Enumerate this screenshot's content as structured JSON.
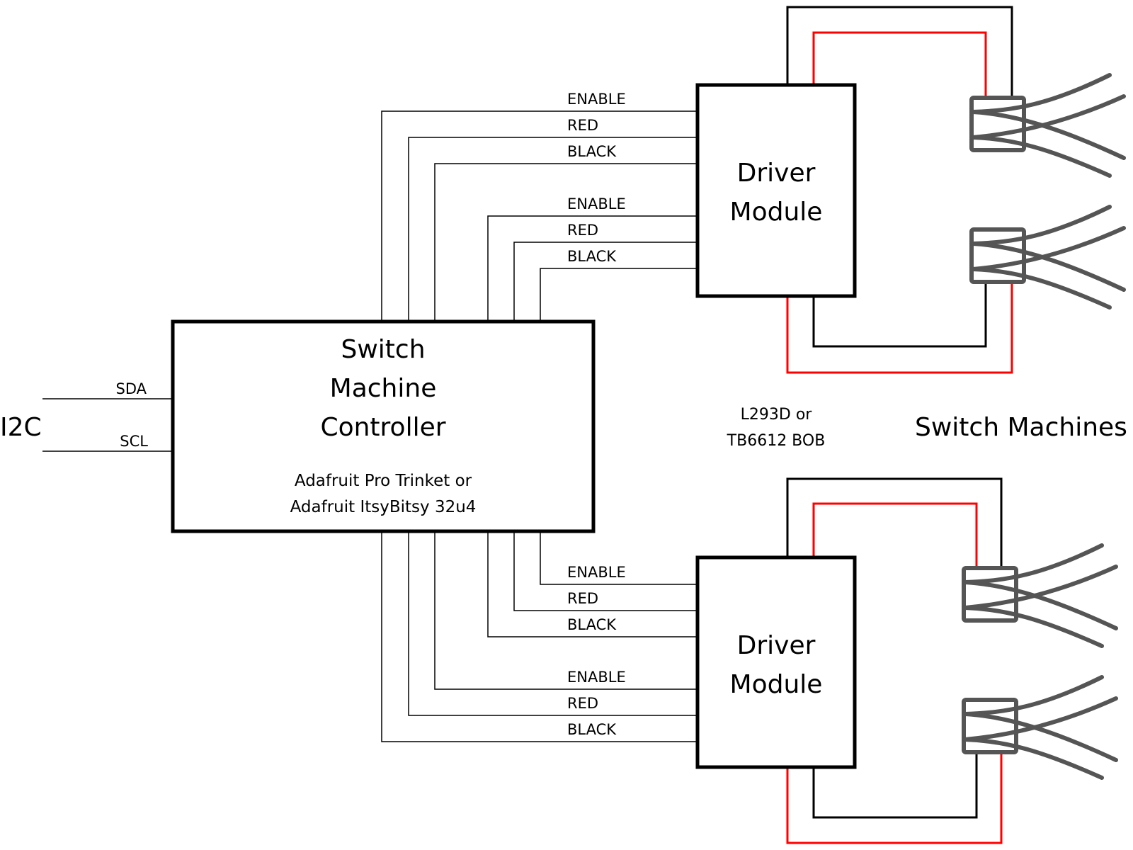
{
  "title": "Switch machine wiring diagram",
  "i2c": {
    "label": "I2C",
    "sda_label": "SDA",
    "scl_label": "SCL"
  },
  "controller": {
    "title_lines": [
      "Switch",
      "Machine",
      "Controller"
    ],
    "subtitle_lines": [
      "Adafruit Pro Trinket or",
      "Adafruit ItsyBitsy 32u4"
    ]
  },
  "drivers": [
    {
      "title_lines": [
        "Driver",
        "Module"
      ],
      "signal_groups": [
        [
          "ENABLE",
          "RED",
          "BLACK"
        ],
        [
          "ENABLE",
          "RED",
          "BLACK"
        ]
      ]
    },
    {
      "title_lines": [
        "Driver",
        "Module"
      ],
      "signal_groups": [
        [
          "ENABLE",
          "RED",
          "BLACK"
        ],
        [
          "ENABLE",
          "RED",
          "BLACK"
        ]
      ]
    }
  ],
  "driver_chip_lines": [
    "L293D or",
    "TB6612 BOB"
  ],
  "switch_machines_label": "Switch Machines",
  "colors": {
    "wire": "#000000",
    "red_wire": "#ff0000",
    "switch_machine": "#555555"
  }
}
